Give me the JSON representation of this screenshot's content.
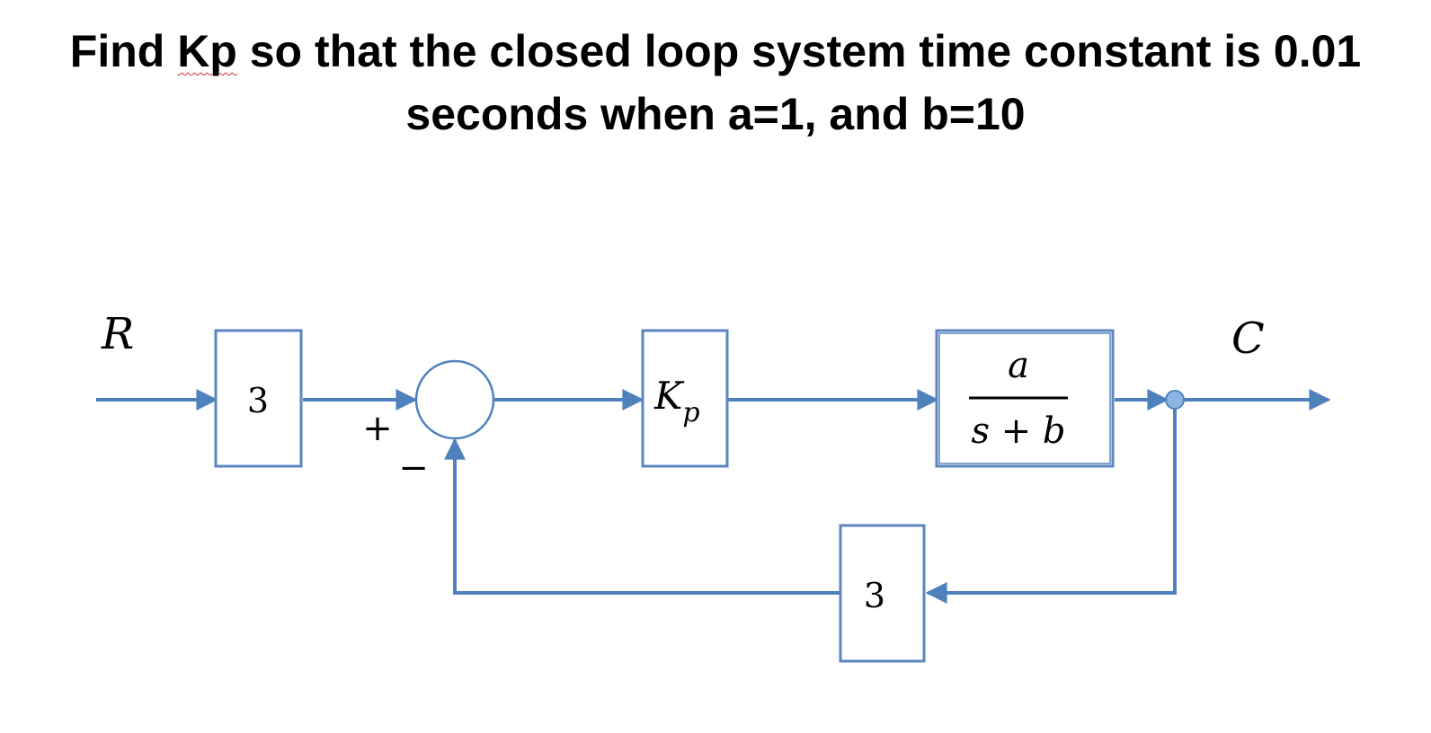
{
  "problem": {
    "title_pre": "Find ",
    "title_kp": "Kp",
    "title_line1_rest": " so that the closed loop system time constant is 0.01",
    "title_line2": "seconds when a=1, and b=10"
  },
  "diagram": {
    "input_label": "R",
    "output_label": "C",
    "prefilter_gain": "3",
    "controller_K": "K",
    "controller_sub": "p",
    "plant_numerator": "a",
    "plant_denominator": "s + b",
    "feedback_gain": "3",
    "sum_plus": "+",
    "sum_minus": "−",
    "colors": {
      "line": "#4f81bd",
      "box_border": "#5b86c1",
      "junction": "#8eb4e3"
    }
  }
}
